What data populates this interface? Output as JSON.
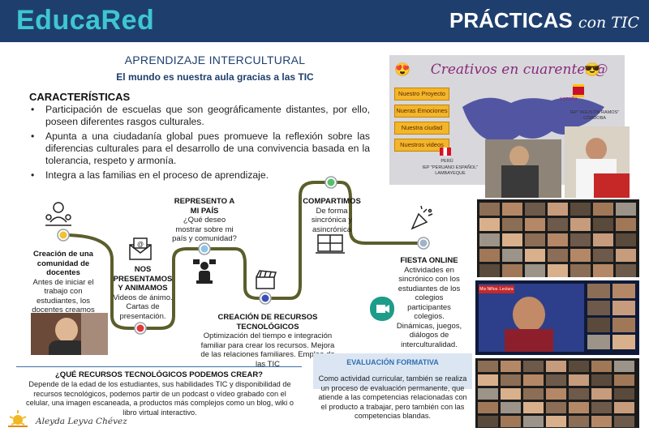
{
  "header": {
    "brand": "EducaRed",
    "right_title": "PRÁCTICAS",
    "right_con": "con TIC",
    "bar_color": "#1e3f6e",
    "brand_color": "#3ec6d3"
  },
  "heading": {
    "title": "APRENDIZAJE INTERCULTURAL",
    "subtitle": "El mundo es nuestra aula gracias a las TIC"
  },
  "caracteristicas": {
    "title": "CARACTERÍSTICAS",
    "items": [
      "Participación de escuelas que son geográficamente distantes, por ello, poseen diferentes rasgos culturales.",
      "Apunta a una ciudadanía global pues promueve la reflexión sobre las diferencias culturales para el desarrollo de una convivencia basada en la tolerancia, respeto y armonía.",
      "Integra a las familias en el proceso de aprendizaje."
    ]
  },
  "steps": [
    {
      "title": "Creación de una comunidad de docentes",
      "text": "Antes de iniciar el trabajo con estudiantes, los docentes creamos comunidad.",
      "icon": "team-icon",
      "dot_color": "#f2c12e"
    },
    {
      "title": "NOS PRESENTAMOS Y ANIMAMOS",
      "text": "Videos de ánimo. Cartas de presentación.",
      "icon": "mail-icon",
      "dot_color": "#e0393e"
    },
    {
      "title": "REPRESENTO A MI PAÍS",
      "text": "¿Qué deseo mostrar sobre mi país y comunidad?",
      "icon": "presenter-icon",
      "dot_color": "#8ec5e8"
    },
    {
      "title": "CREACIÓN DE RECURSOS TECNOLÓGICOS",
      "text": "Optimización del tiempo e integración familiar para crear los recursos. Mejora de las relaciones familiares. Empleo de las TIC",
      "icon": "clapper-icon",
      "dot_color": "#3b4fb8"
    },
    {
      "title": "COMPARTIMOS",
      "text": "De forma sincrónica y asincrónica",
      "icon": "video-call-icon",
      "dot_color": "#54c16a"
    },
    {
      "title": "FIESTA ONLINE",
      "text": "Actividades en sincrónico con los estudiantes de los colegios participantes colegios. Dinámicas, juegos, diálogos de interculturalidad.",
      "icon": "celebration-icon",
      "dot_color": "#9fb3c8"
    }
  ],
  "recursos": {
    "title": "¿QUÉ RECURSOS TECNOLÓGICOS PODEMOS CREAR?",
    "text": "Depende de la edad de los estudiantes, sus habilidades TIC y disponibilidad de recursos tecnológicos, podemos partir de un podcast o vídeo grabado con el celular, una imagen escaneada, a productos más complejos como un blog, wiki o libro virtual interactivo."
  },
  "evaluacion": {
    "title": "EVALUACIÓN FORMATIVA",
    "text": "Como actividad curricular, también se realiza un proceso de evaluación permanente, que atiende a las competencias relacionadas con el producto a trabajar, pero también con las competencias blandas."
  },
  "author": "Aleyda Leyva Chévez",
  "creativos": {
    "title": "Creativos en cuarenten@",
    "tags": [
      "Nuestro Proyecto",
      "Nueras Emociones",
      "Nuestra ciudad",
      "Nuestros videos"
    ],
    "spain_country": "ESPAÑA",
    "spain_school": "IEP \"AGUSTÍN RAMOS\" CÓRDOBA",
    "peru_country": "PERÚ",
    "peru_school": "IEP \"PERUANO ESPAÑOL\" LAMBAYEQUE"
  },
  "zoom_banner": "Mis Niños. Lectura"
}
